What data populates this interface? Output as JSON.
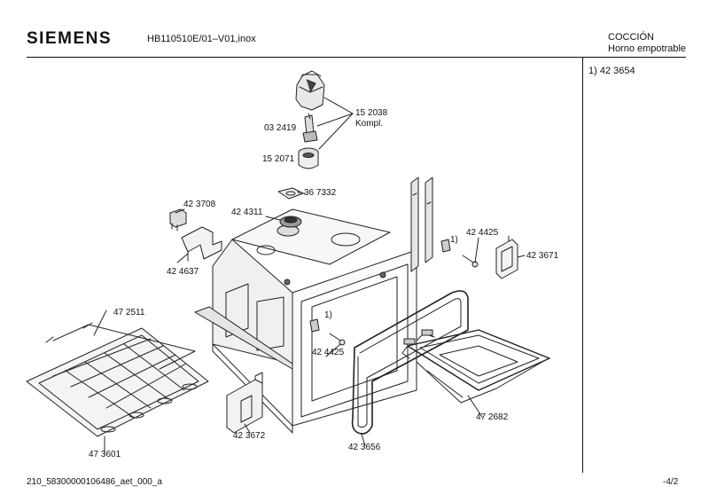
{
  "header": {
    "brand": "SIEMENS",
    "model": "HB110510E/01–V01,inox",
    "category_line1": "COCCIÓN",
    "category_line2": "Horno empotrable"
  },
  "side_note": "1)  42 3654",
  "labels": {
    "p152038": "15 2038",
    "kompl": "Kompl.",
    "p032419": "03 2419",
    "p152071": "15 2071",
    "p367332": "36 7332",
    "p423708": "42 3708",
    "p424311": "42 4311",
    "p424637": "42 4637",
    "p424425_top": "42 4425",
    "mark1_top": "1)",
    "p423671": "42 3671",
    "p472511": "47 2511",
    "mark1_mid": "1)",
    "p424425_mid": "42 4425",
    "p472682": "47 2682",
    "p423672": "42 3672",
    "p423656": "42 3656",
    "p473601": "47 3601"
  },
  "footer": {
    "doc_id": "210_58300000106486_aet_000_a",
    "page": "-4/2"
  }
}
